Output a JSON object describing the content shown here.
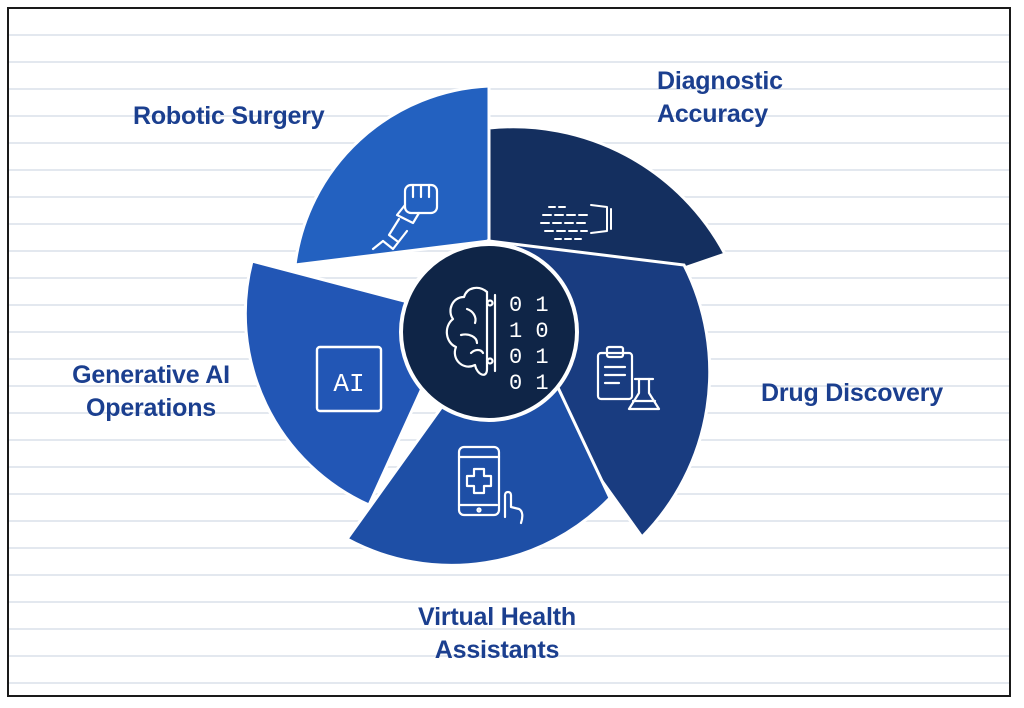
{
  "segments": [
    {
      "id": "robotic-surgery",
      "lines": [
        "Robotic Surgery"
      ],
      "color": "#2361c0",
      "icon": "robotic-arm-icon"
    },
    {
      "id": "diagnostic-accuracy",
      "lines": [
        "Diagnostic",
        "Accuracy"
      ],
      "color": "#142f5f",
      "icon": "scanning-hand-icon"
    },
    {
      "id": "drug-discovery",
      "lines": [
        "Drug Discovery"
      ],
      "color": "#193c80",
      "icon": "clipboard-flask-icon"
    },
    {
      "id": "virtual-health-assistants",
      "lines": [
        "Virtual Health",
        "Assistants"
      ],
      "color": "#1e4fa6",
      "icon": "medical-phone-icon"
    },
    {
      "id": "generative-ai-operations",
      "lines": [
        "Generative AI",
        "Operations"
      ],
      "color": "#2256b5",
      "icon": "ai-chip-icon"
    }
  ],
  "center": {
    "icon": "brain-binary-icon",
    "color": "#0f2547",
    "binary": [
      "0 1",
      "1 0",
      "0 1",
      "0 1"
    ]
  },
  "ai_icon_text": "AI",
  "label_color": "#1b3f8f"
}
